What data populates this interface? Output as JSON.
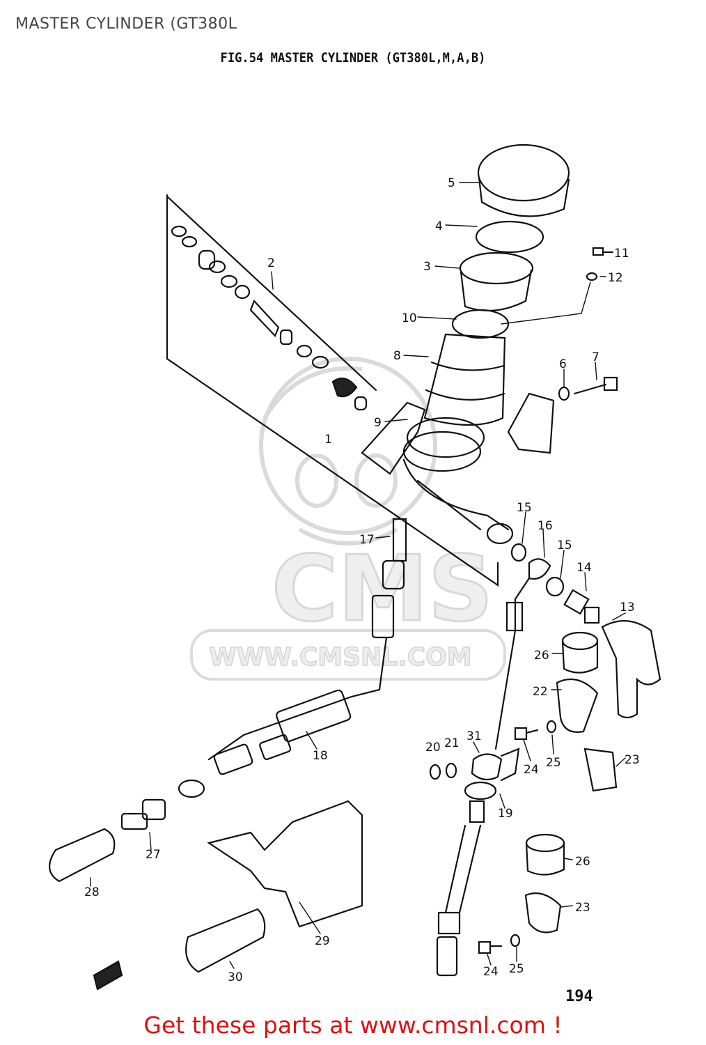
{
  "page": {
    "title": "MASTER CYLINDER (GT380L"
  },
  "figure": {
    "title": "FIG.54  MASTER CYLINDER (GT380L,M,A,B)",
    "page_number": "194"
  },
  "watermark": {
    "brand": "CMS",
    "url": "WWW.CMSNL.COM"
  },
  "labels": {
    "p1": "1",
    "p2": "2",
    "p3": "3",
    "p4": "4",
    "p5": "5",
    "p6": "6",
    "p7": "7",
    "p8": "8",
    "p9": "9",
    "p10": "10",
    "p11": "11",
    "p12": "12",
    "p13": "13",
    "p14": "14",
    "p15a": "15",
    "p15b": "15",
    "p16": "16",
    "p17": "17",
    "p18": "18",
    "p19": "19",
    "p20": "20",
    "p21": "21",
    "p22": "22",
    "p23a": "23",
    "p23b": "23",
    "p24a": "24",
    "p24b": "24",
    "p25a": "25",
    "p25b": "25",
    "p26a": "26",
    "p26b": "26",
    "p27": "27",
    "p28": "28",
    "p29": "29",
    "p30": "30",
    "p31": "31"
  },
  "cta": {
    "text": "Get these parts at www.cmsnl.com !"
  },
  "colors": {
    "cta": "#dd1111",
    "ink": "#111111",
    "watermark": "#d8d8d8"
  }
}
